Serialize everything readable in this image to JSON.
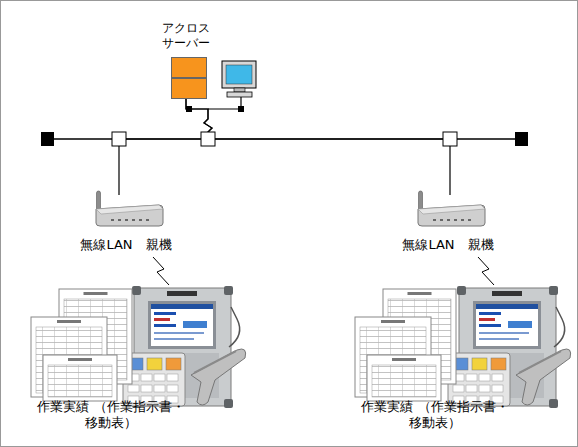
{
  "diagram": {
    "nodes": [
      {
        "text": [
          "アクロス サーバー"
        ]
      },
      {
        "text": [
          "無線LAN　親機"
        ]
      },
      {
        "text": [
          "無線LAN　親機"
        ]
      },
      {
        "text": [
          "作業実績 （作業指示書・移動表）"
        ]
      },
      {
        "text": [
          "作業実績 （作業指示書・移動表）"
        ]
      }
    ],
    "edges": [
      {
        "from": 0,
        "to": 1,
        "arrow": "none"
      },
      {
        "from": 0,
        "to": 2,
        "arrow": "none"
      }
    ]
  }
}
